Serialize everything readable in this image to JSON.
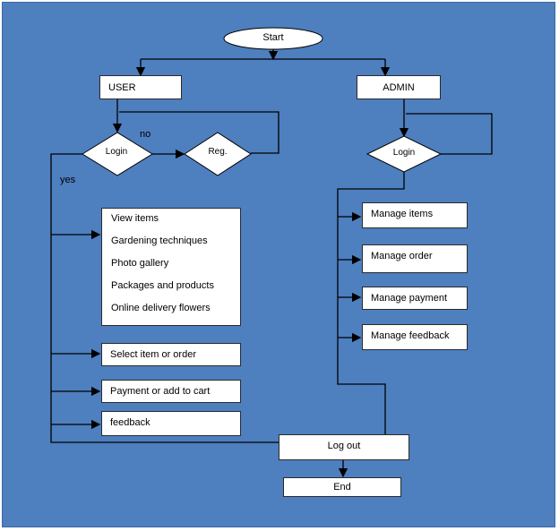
{
  "flowchart": {
    "start": "Start",
    "user": "USER",
    "admin": "ADMIN",
    "user_login": "Login",
    "registration": "Reg.",
    "admin_login": "Login",
    "no_label": "no",
    "yes_label": "yes",
    "user_menu": [
      "View items",
      "Gardening techniques",
      "Photo gallery",
      "Packages and products",
      "Online delivery flowers"
    ],
    "select_item": "Select item or order",
    "payment": "Payment or add to cart",
    "feedback": "feedback",
    "admin_actions": [
      "Manage items",
      "Manage order",
      "Manage payment",
      "Manage feedback"
    ],
    "logout": "Log out",
    "end": "End"
  },
  "colors": {
    "background": "#4e7fbf",
    "box_fill": "#ffffff",
    "line": "#000000"
  }
}
